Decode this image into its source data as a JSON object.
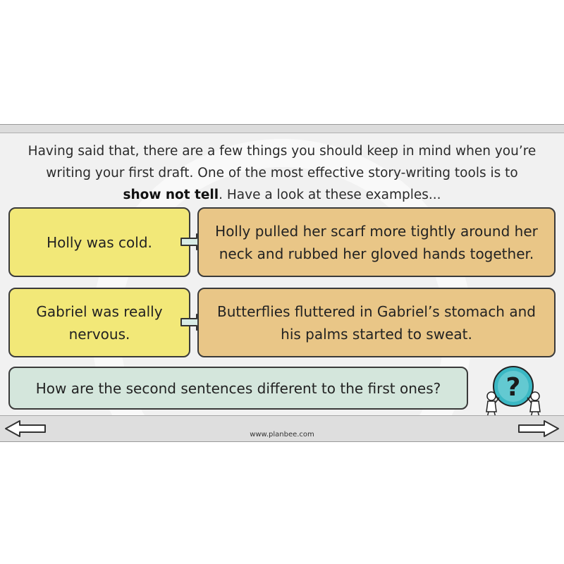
{
  "intro": {
    "line1": "Having said that, there are a few things you should keep in mind when you’re",
    "line2": "writing your first draft. One of the most effective story-writing tools is to",
    "bold": "show not tell",
    "rest": ". Have a look at these examples..."
  },
  "examples": [
    {
      "tell_line1": "Holly was cold.",
      "tell_line2": "",
      "show_line1": "Holly pulled her scarf more tightly around her",
      "show_line2": "neck and rubbed her gloved hands together."
    },
    {
      "tell_line1": "Gabriel was really",
      "tell_line2": "nervous.",
      "show_line1": "Butterflies fluttered in Gabriel’s stomach and",
      "show_line2": "his palms started to sweat."
    }
  ],
  "question": "How are the second sentences different to the first ones?",
  "question_icon": "?",
  "footer": {
    "url": "www.planbee.com"
  },
  "colors": {
    "yellow": "#f2e878",
    "orange": "#e9c687",
    "green": "#d4e6dc",
    "icon_teal": "#3bb8c4"
  }
}
